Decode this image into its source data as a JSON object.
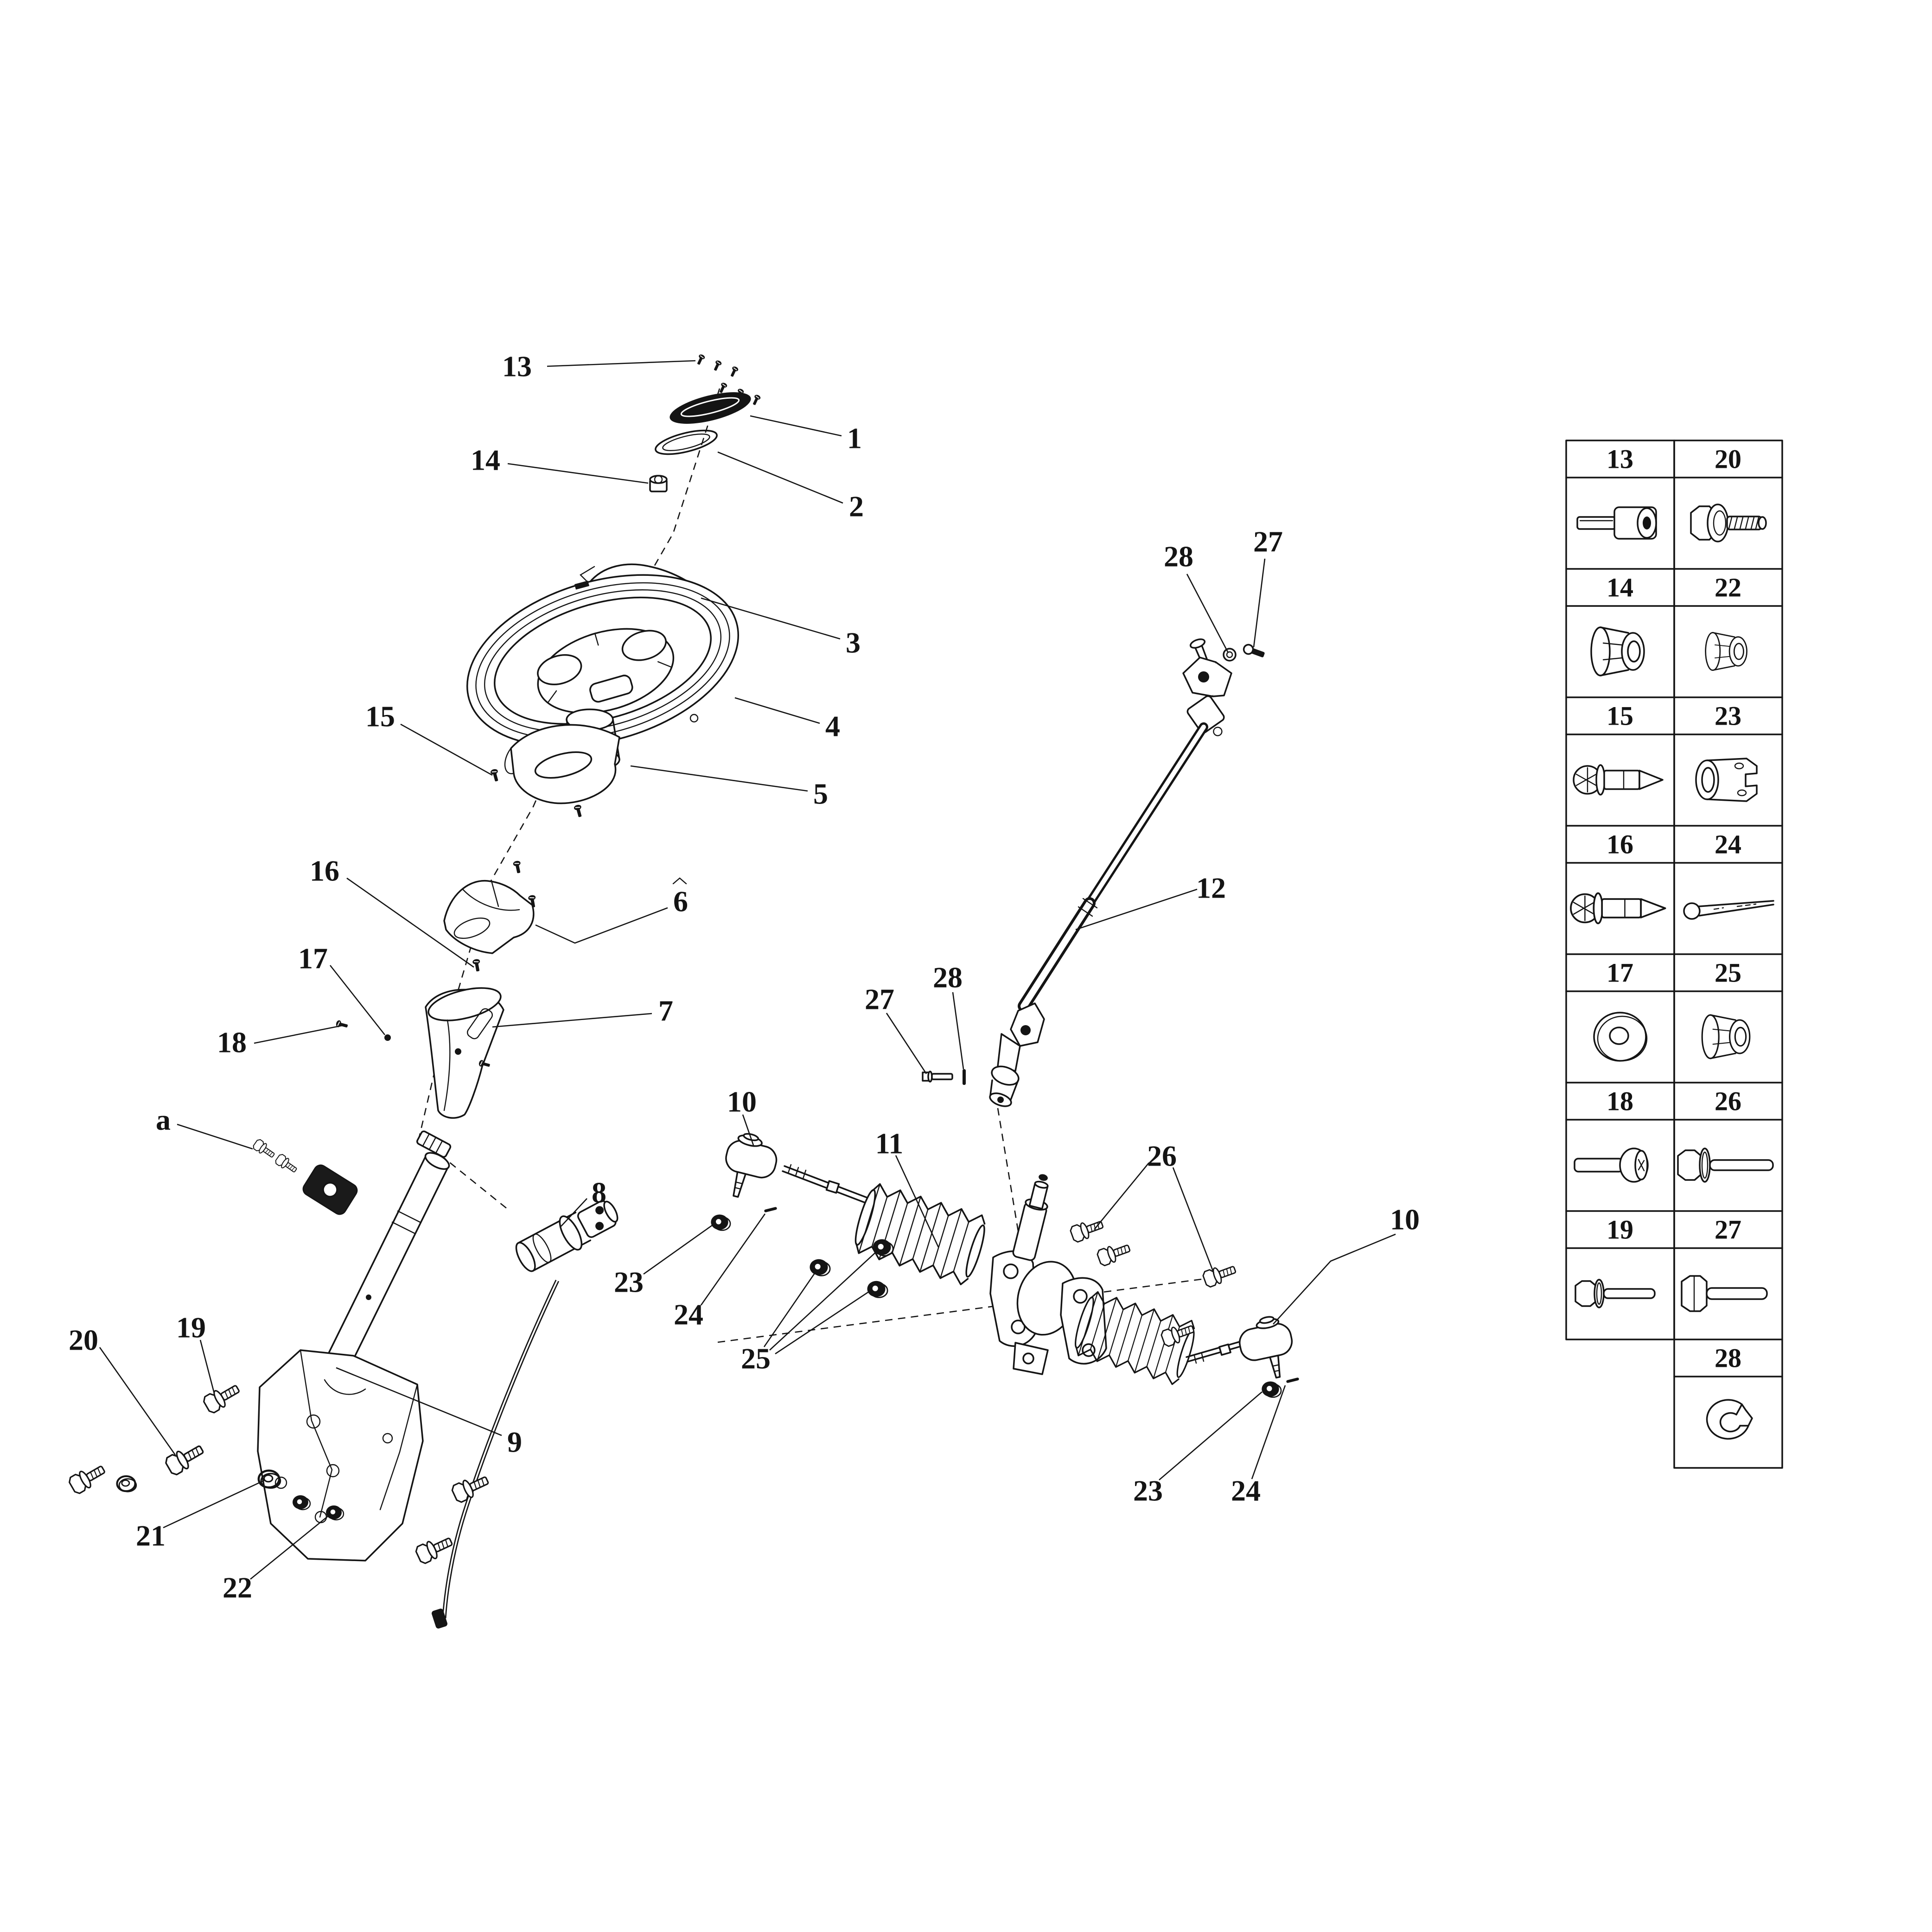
{
  "page": {
    "background": "#ffffff",
    "ink": "#141414"
  },
  "callouts": [
    {
      "id": "c13",
      "text": "13"
    },
    {
      "id": "c1",
      "text": "1"
    },
    {
      "id": "c2",
      "text": "2"
    },
    {
      "id": "c14",
      "text": "14"
    },
    {
      "id": "c3",
      "text": "3"
    },
    {
      "id": "c4",
      "text": "4"
    },
    {
      "id": "c15",
      "text": "15"
    },
    {
      "id": "c5",
      "text": "5"
    },
    {
      "id": "c16",
      "text": "16"
    },
    {
      "id": "c6",
      "text": "6"
    },
    {
      "id": "c17",
      "text": "17"
    },
    {
      "id": "c7",
      "text": "7"
    },
    {
      "id": "c18",
      "text": "18"
    },
    {
      "id": "ca",
      "text": "a"
    },
    {
      "id": "c8",
      "text": "8"
    },
    {
      "id": "c19",
      "text": "19"
    },
    {
      "id": "c20",
      "text": "20"
    },
    {
      "id": "c21",
      "text": "21"
    },
    {
      "id": "c22",
      "text": "22"
    },
    {
      "id": "c9",
      "text": "9"
    },
    {
      "id": "c10L",
      "text": "10"
    },
    {
      "id": "c11",
      "text": "11"
    },
    {
      "id": "c23L",
      "text": "23"
    },
    {
      "id": "c24L",
      "text": "24"
    },
    {
      "id": "c25",
      "text": "25"
    },
    {
      "id": "c26",
      "text": "26"
    },
    {
      "id": "c12",
      "text": "12"
    },
    {
      "id": "c28U",
      "text": "28"
    },
    {
      "id": "c27U",
      "text": "27"
    },
    {
      "id": "c27L",
      "text": "27"
    },
    {
      "id": "c28L",
      "text": "28"
    },
    {
      "id": "c10R",
      "text": "10"
    },
    {
      "id": "c23R",
      "text": "23"
    },
    {
      "id": "c24R",
      "text": "24"
    }
  ],
  "parts_table": {
    "left_column": [
      {
        "number": "13",
        "icon": "socket-head-cap-screw"
      },
      {
        "number": "14",
        "icon": "flange-lock-nut"
      },
      {
        "number": "15",
        "icon": "dog-point-screw"
      },
      {
        "number": "16",
        "icon": "dog-point-screw"
      },
      {
        "number": "17",
        "icon": "flat-washer"
      },
      {
        "number": "18",
        "icon": "pan-head-screw"
      },
      {
        "number": "19",
        "icon": "flange-bolt"
      }
    ],
    "right_column": [
      {
        "number": "20",
        "icon": "short-flange-bolt"
      },
      {
        "number": "22",
        "icon": "flange-nut"
      },
      {
        "number": "23",
        "icon": "castle-nut"
      },
      {
        "number": "24",
        "icon": "cotter-pin"
      },
      {
        "number": "25",
        "icon": "flange-lock-nut"
      },
      {
        "number": "26",
        "icon": "hex-bolt-with-washer"
      },
      {
        "number": "27",
        "icon": "hex-bolt"
      },
      {
        "number": "28",
        "icon": "split-lock-washer"
      }
    ]
  }
}
